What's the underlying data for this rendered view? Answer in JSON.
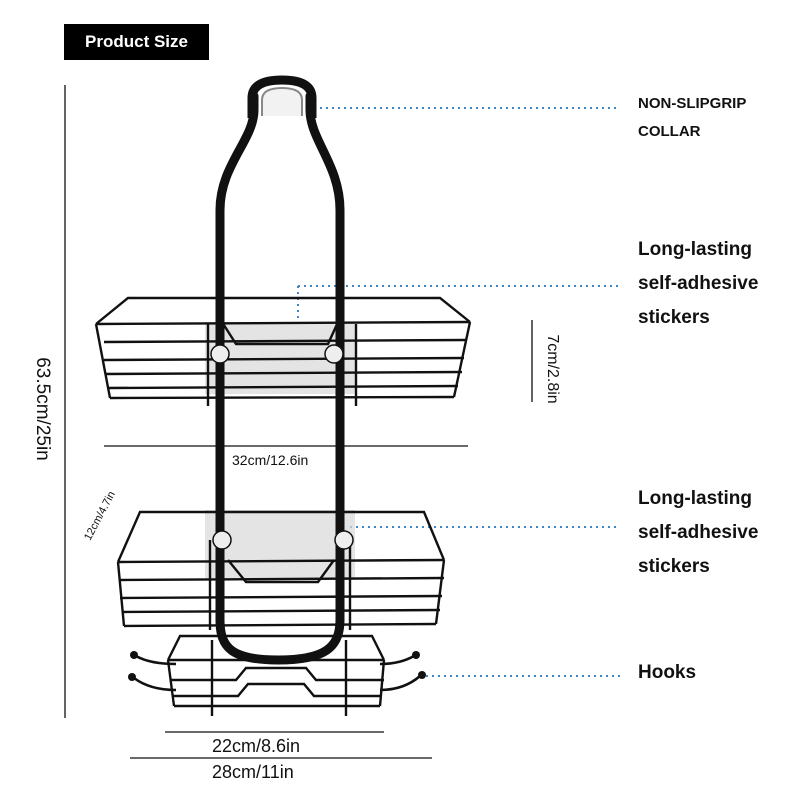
{
  "header": {
    "badge": "Product Size"
  },
  "callouts": {
    "collar": [
      "NON-SLIPGRIP",
      "COLLAR"
    ],
    "stickers_top": [
      "Long-lasting",
      "self-adhesive",
      "stickers"
    ],
    "stickers_bottom": [
      "Long-lasting",
      "self-adhesive",
      "stickers"
    ],
    "hooks": "Hooks"
  },
  "dimensions": {
    "height": "63.5cm/25in",
    "top_width": "32cm/12.6in",
    "basket_height": "7cm/2.8in",
    "depth": "12cm/4.7in",
    "inner_width": "22cm/8.6in",
    "outer_width": "28cm/11in"
  },
  "colors": {
    "leader": "#3f86c6",
    "frame": "#111111"
  }
}
